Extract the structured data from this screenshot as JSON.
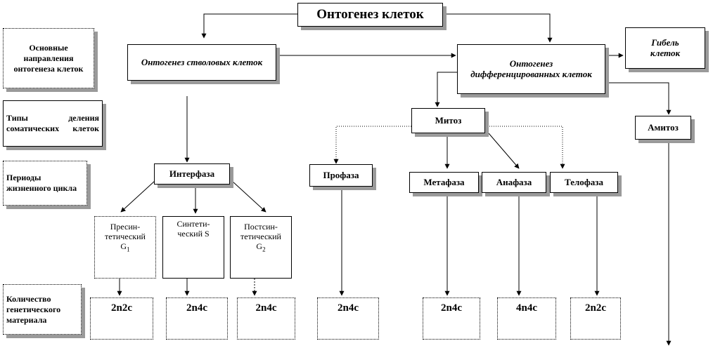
{
  "title": "Онтогенез клеток",
  "row_labels": {
    "directions": "Основные направления онтогенеза клеток",
    "division_types": "Типы деления соматических клеток",
    "life_periods": "Периоды жизненного цикла",
    "genetic_amount": "Количество генетического материала"
  },
  "nodes": {
    "stem": "Онтогенез стволовых клеток",
    "differentiated": "Онтогенез дифференцированных клеток",
    "death": "Гибель клеток",
    "mitosis": "Митоз",
    "amitosis": "Амитоз",
    "interphase": "Интерфаза",
    "prophase": "Профаза",
    "metaphase": "Метафаза",
    "anaphase": "Анафаза",
    "telophase": "Телофаза",
    "presynthetic": {
      "line1": "Пресин-",
      "line2": "тетический",
      "main": "G",
      "sub": "1"
    },
    "synthetic": {
      "line1": "Синтети-",
      "line2": "ческий S"
    },
    "postsynthetic": {
      "line1": "Постсин-",
      "line2": "тетический",
      "main": "G",
      "sub": "2"
    }
  },
  "quantities": [
    "2n2c",
    "2n4c",
    "2n4c",
    "2n4c",
    "2n4c",
    "4n4c",
    "2n2c"
  ],
  "colors": {
    "border": "#000000",
    "shadow": "#9a9a9a"
  }
}
